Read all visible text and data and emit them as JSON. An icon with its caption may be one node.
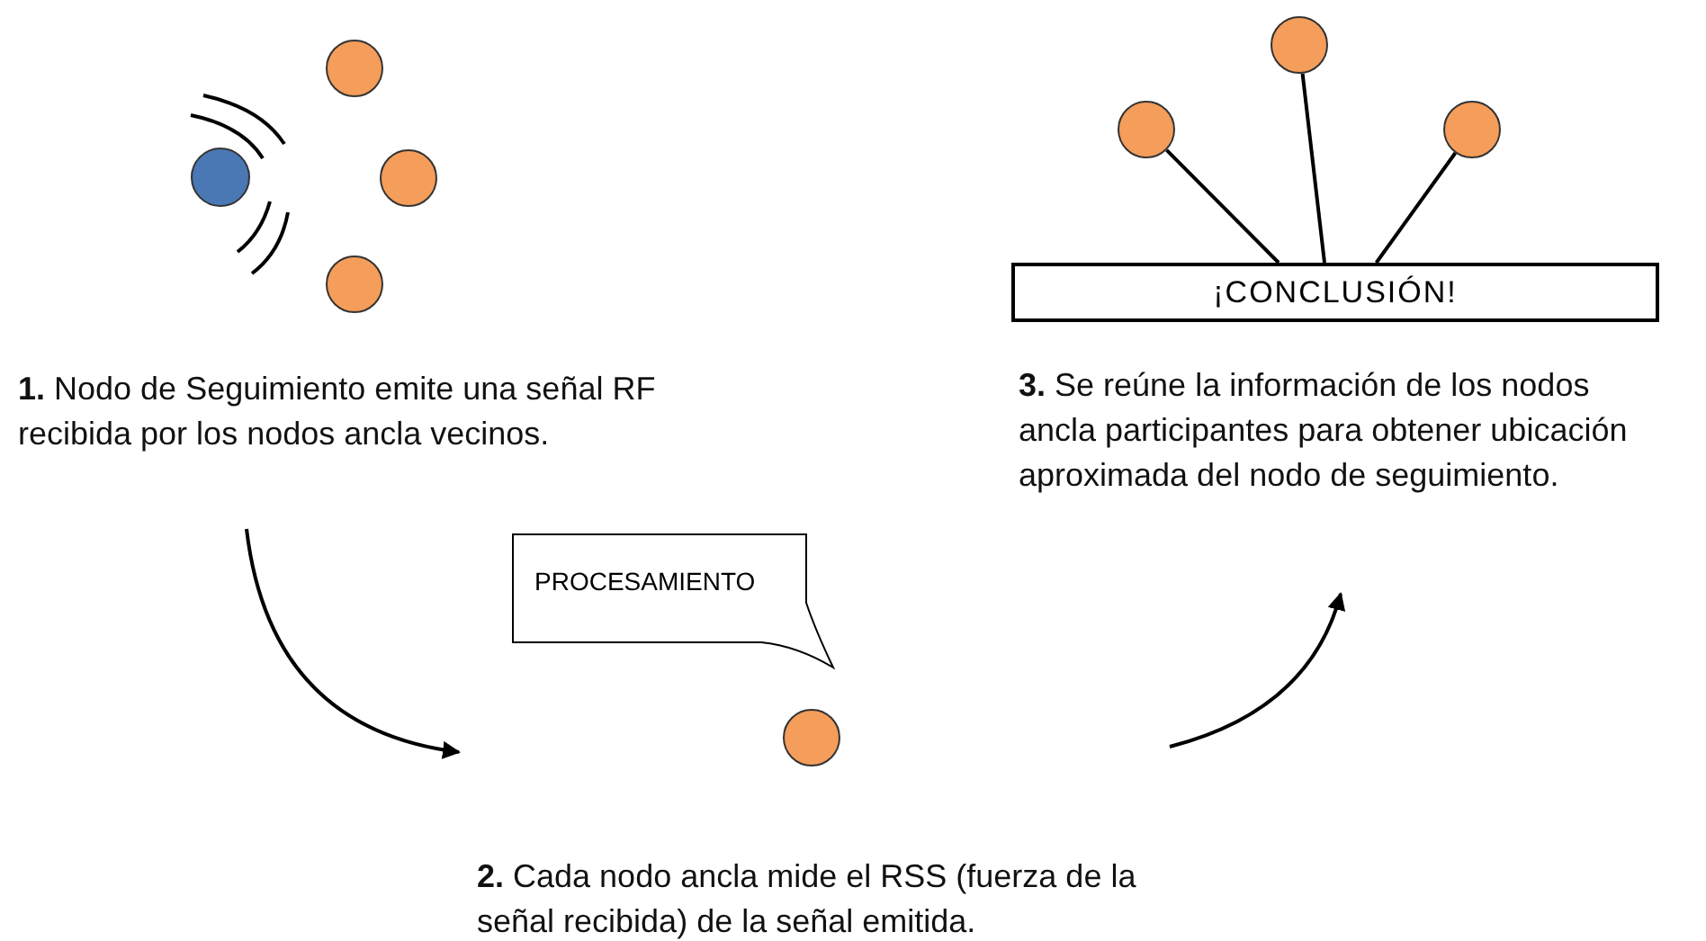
{
  "diagram": {
    "nodes": [
      {
        "text": [],
        "shape": "circle"
      },
      {
        "text": [],
        "shape": "circle"
      },
      {
        "text": [],
        "shape": "circle"
      },
      {
        "text": [],
        "shape": "circle"
      },
      {
        "text": [],
        "shape": "circle"
      },
      {
        "text": [],
        "shape": "circle"
      },
      {
        "text": [],
        "shape": "circle"
      },
      {
        "text": [
          "¡CONCLUSIÓN!"
        ]
      },
      {
        "text": [
          "**1.** Nodo de Seguimiento emite una señal RF recibida por los nodos ancla vecinos."
        ]
      },
      {
        "text": [
          "**3.** Se reúne la información de los nodos ancla participantes para obtener ubicación aproximada del nodo de seguimiento."
        ]
      },
      {
        "text": [
          "PROCESAMIENTO"
        ]
      },
      {
        "text": [],
        "shape": "circle"
      },
      {
        "text": [
          "**2.** Cada nodo ancla mide el RSS (fuerza de la señal recibida) de la señal emitida."
        ]
      }
    ],
    "edges": [
      {
        "from": 4,
        "to": 7,
        "arrow": "none"
      },
      {
        "from": 5,
        "to": 7,
        "arrow": "none"
      },
      {
        "from": 6,
        "to": 7,
        "arrow": "none"
      }
    ]
  }
}
